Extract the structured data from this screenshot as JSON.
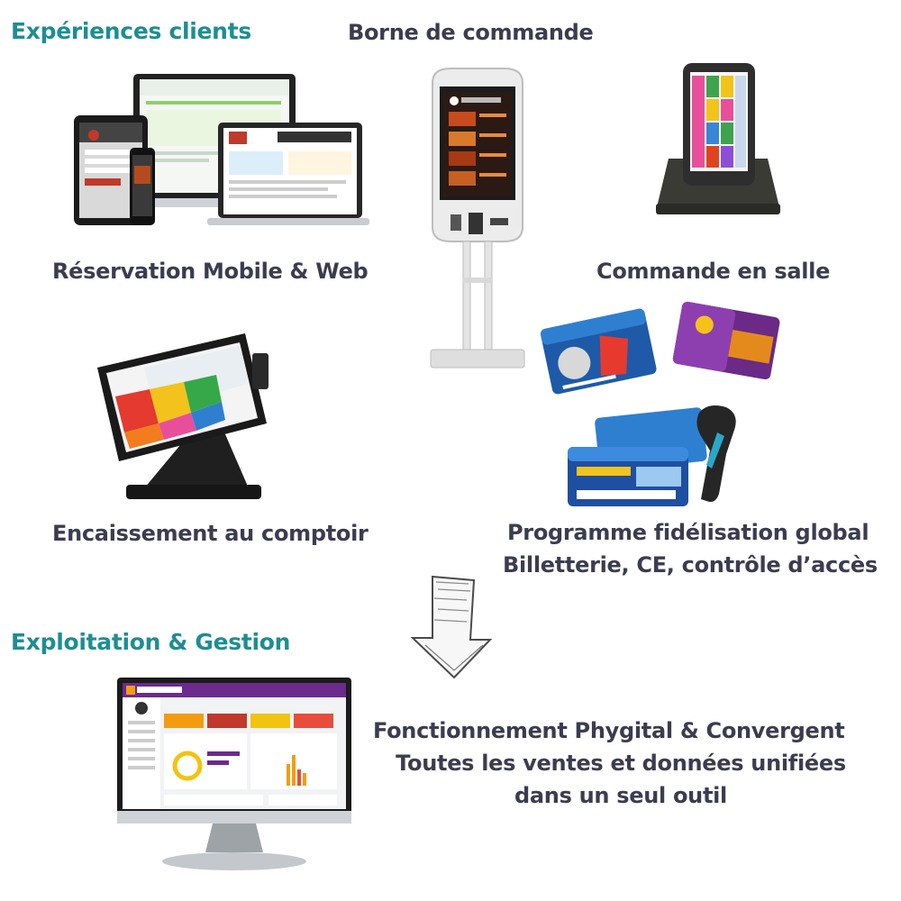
{
  "headings": {
    "customer_experience": "Expériences clients",
    "operations": "Exploitation & Gestion"
  },
  "captions": {
    "kiosk": "Borne de commande",
    "booking": "Réservation Mobile & Web",
    "table_order": "Commande en salle",
    "counter": "Encaissement au comptoir",
    "loyalty_line1": "Programme fidélisation global",
    "loyalty_line2": "Billetterie, CE, contrôle d’accès",
    "summary_line1": "Fonctionnement  Phygital & Convergent",
    "summary_line2": "Toutes les ventes et données unifiées",
    "summary_line3": "dans un seul outil"
  },
  "colors": {
    "teal": "#1d8e92",
    "dark_text": "#3c3c50",
    "brand_purple": "#6b2a8c"
  },
  "icons": {
    "booking_devices": "booking-devices-icon",
    "kiosk": "kiosk-icon",
    "handheld": "handheld-terminal-icon",
    "pos": "pos-terminal-icon",
    "cards": "loyalty-cards-icon",
    "scanner": "barcode-scanner-icon",
    "arrow": "down-arrow-icon",
    "dashboard": "dashboard-monitor-icon"
  }
}
